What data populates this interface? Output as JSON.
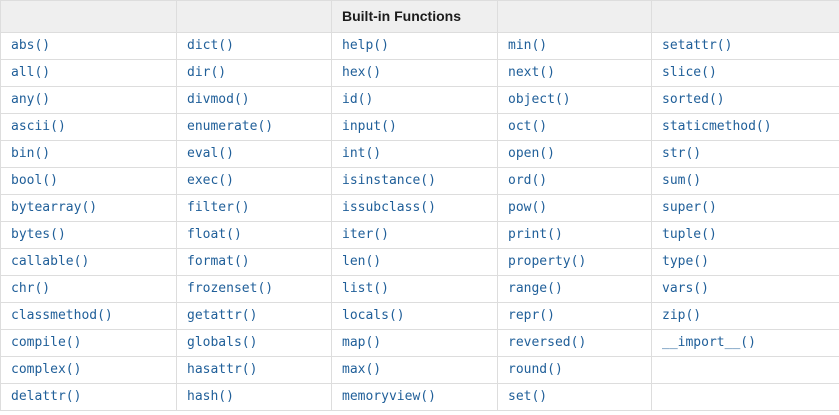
{
  "table": {
    "title": "Built-in Functions",
    "title_column_index": 2,
    "num_columns": 5,
    "num_data_rows": 14,
    "columns": [
      [
        "abs()",
        "all()",
        "any()",
        "ascii()",
        "bin()",
        "bool()",
        "bytearray()",
        "bytes()",
        "callable()",
        "chr()",
        "classmethod()",
        "compile()",
        "complex()",
        "delattr()"
      ],
      [
        "dict()",
        "dir()",
        "divmod()",
        "enumerate()",
        "eval()",
        "exec()",
        "filter()",
        "float()",
        "format()",
        "frozenset()",
        "getattr()",
        "globals()",
        "hasattr()",
        "hash()"
      ],
      [
        "help()",
        "hex()",
        "id()",
        "input()",
        "int()",
        "isinstance()",
        "issubclass()",
        "iter()",
        "len()",
        "list()",
        "locals()",
        "map()",
        "max()",
        "memoryview()"
      ],
      [
        "min()",
        "next()",
        "object()",
        "oct()",
        "open()",
        "ord()",
        "pow()",
        "print()",
        "property()",
        "range()",
        "repr()",
        "reversed()",
        "round()",
        "set()"
      ],
      [
        "setattr()",
        "slice()",
        "sorted()",
        "staticmethod()",
        "str()",
        "sum()",
        "super()",
        "tuple()",
        "type()",
        "vars()",
        "zip()",
        "__import__()",
        "",
        ""
      ]
    ],
    "colors": {
      "link": "#205f99",
      "border": "#dddddd",
      "header_bg": "#efefef",
      "header_text": "#1c1c1c",
      "row_bg": "#ffffff"
    }
  }
}
